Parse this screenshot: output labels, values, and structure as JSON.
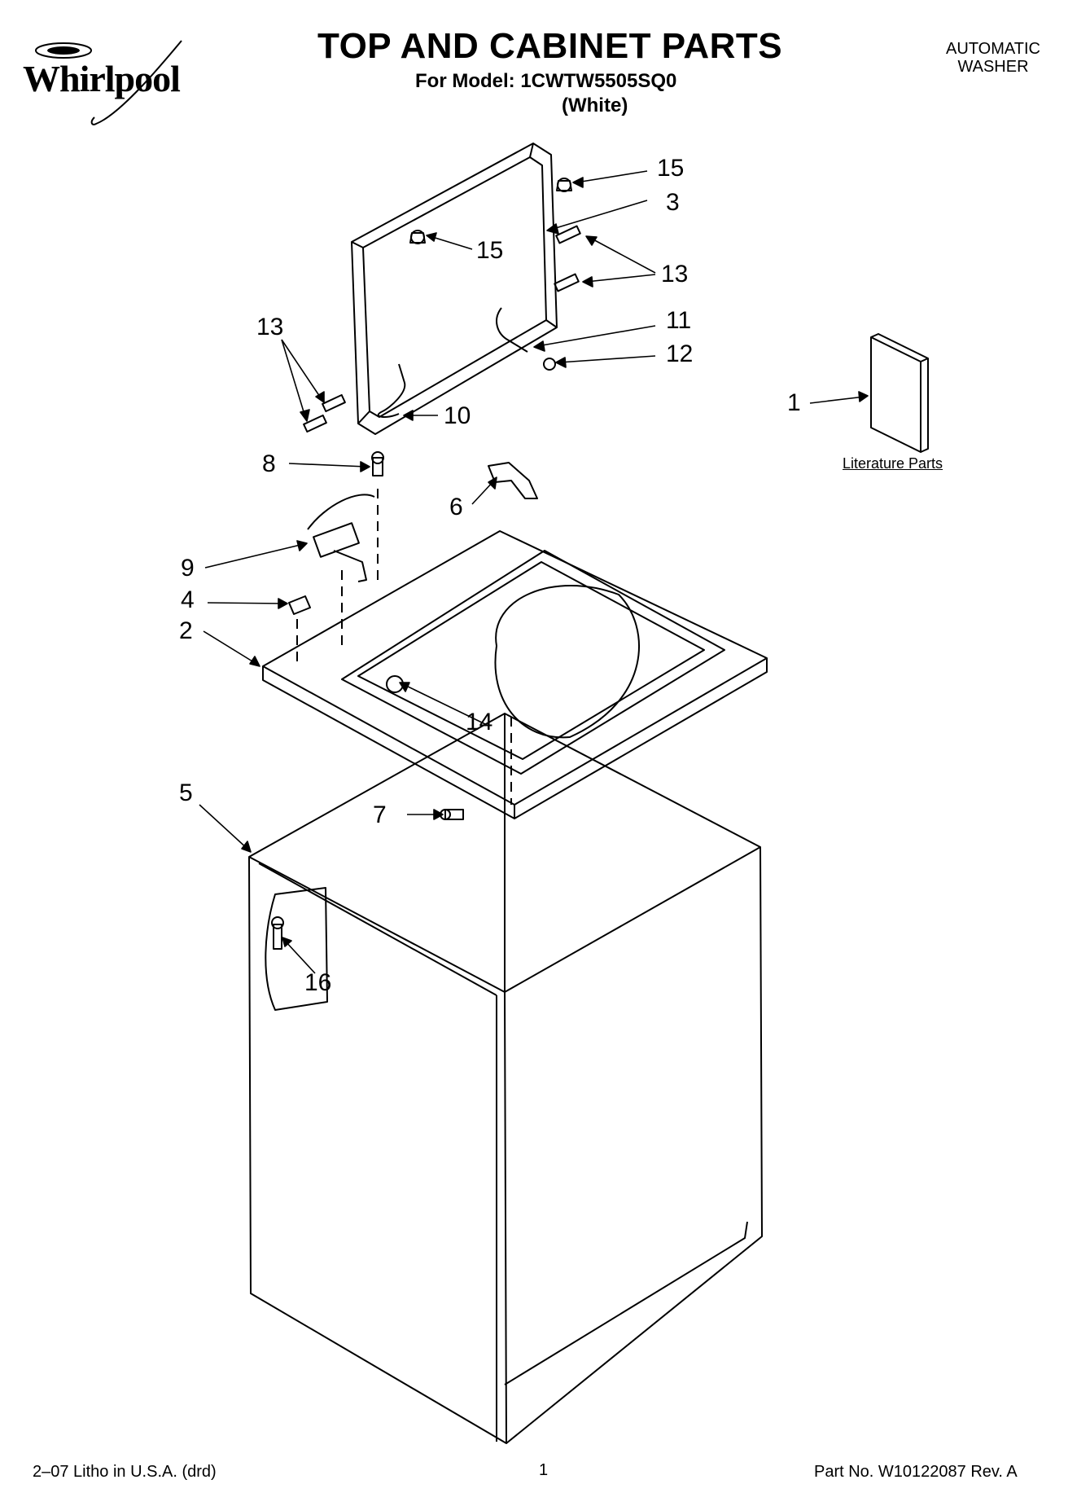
{
  "header": {
    "brand": "Whirlpool",
    "title": "TOP AND CABINET PARTS",
    "model_line": "For Model: 1CWTW5505SQ0",
    "color_line": "(White)",
    "appliance_line1": "AUTOMATIC",
    "appliance_line2": "WASHER"
  },
  "literature_label": "Literature Parts",
  "callouts": {
    "c15a": "15",
    "c3": "3",
    "c15b": "15",
    "c13a": "13",
    "c13b": "13",
    "c11": "11",
    "c12": "12",
    "c10": "10",
    "c1": "1",
    "c8": "8",
    "c6": "6",
    "c9": "9",
    "c4": "4",
    "c2": "2",
    "c14": "14",
    "c5": "5",
    "c7": "7",
    "c16": "16"
  },
  "footer": {
    "left": "2–07 Litho in U.S.A. (drd)",
    "page_number": "1",
    "part_number": "Part No. W10122087 Rev. A"
  }
}
